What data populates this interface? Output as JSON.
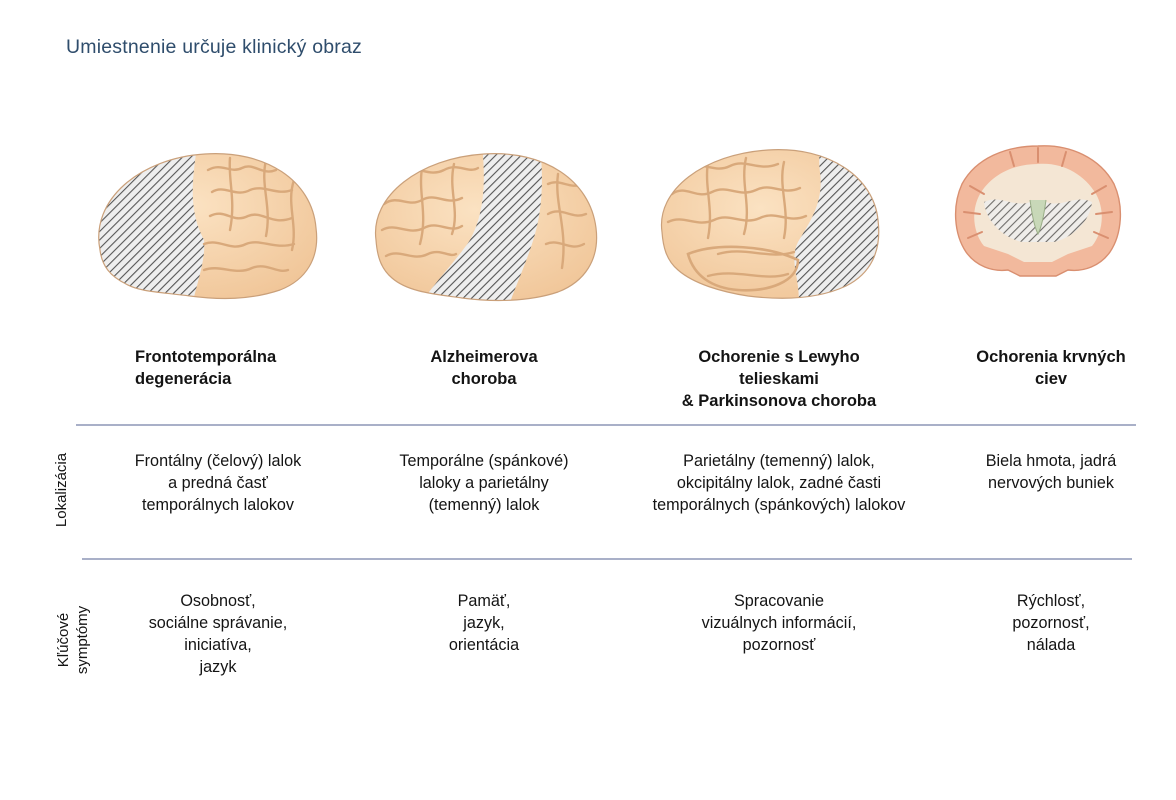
{
  "title": "Umiestnenie určuje klinický obraz",
  "row_labels": {
    "localization": "Lokalizácia",
    "symptoms_line1": "Kľúčové",
    "symptoms_line2": "symptómy"
  },
  "columns": [
    {
      "heading_lines": [
        "Frontotemporálna",
        "degenerácia"
      ],
      "localization_lines": [
        "Frontálny (čelový) lalok",
        "a predná časť",
        "temporálnych lalokov"
      ],
      "symptom_lines": [
        "Osobnosť,",
        "sociálne správanie,",
        "iniciatíva,",
        "jazyk"
      ],
      "affected_region": "frontal-lobe"
    },
    {
      "heading_lines": [
        "Alzheimerova",
        "choroba"
      ],
      "localization_lines": [
        "Temporálne (spánkové)",
        "laloky a parietálny",
        "(temenný) lalok"
      ],
      "symptom_lines": [
        "Pamäť,",
        "jazyk,",
        "orientácia"
      ],
      "affected_region": "temporal-parietal-lobes"
    },
    {
      "heading_lines": [
        "Ochorenie s Lewyho",
        "telieskami",
        "& Parkinsonova choroba"
      ],
      "localization_lines": [
        "Parietálny (temenný) lalok,",
        "okcipitálny lalok, zadné časti",
        "temporálnych (spánkových) lalokov"
      ],
      "symptom_lines": [
        "Spracovanie",
        "vizuálnych informácií,",
        "pozornosť"
      ],
      "affected_region": "occipital-lobe"
    },
    {
      "heading_lines": [
        "Ochorenia krvných",
        "ciev"
      ],
      "localization_lines": [
        "Biela hmota, jadrá",
        "nervových buniek"
      ],
      "symptom_lines": [
        "Rýchlosť,",
        "pozornosť,",
        "nálada"
      ],
      "affected_region": "white-matter"
    }
  ],
  "colors": {
    "title": "#2f4d6c",
    "brain_fill": "#f6d3ab",
    "brain_outline": "#d9a97b",
    "hatch": "#555555",
    "coronal_outer": "#f2b99d",
    "coronal_inner": "#f4e6d4",
    "rule": "#a9b0c8"
  }
}
